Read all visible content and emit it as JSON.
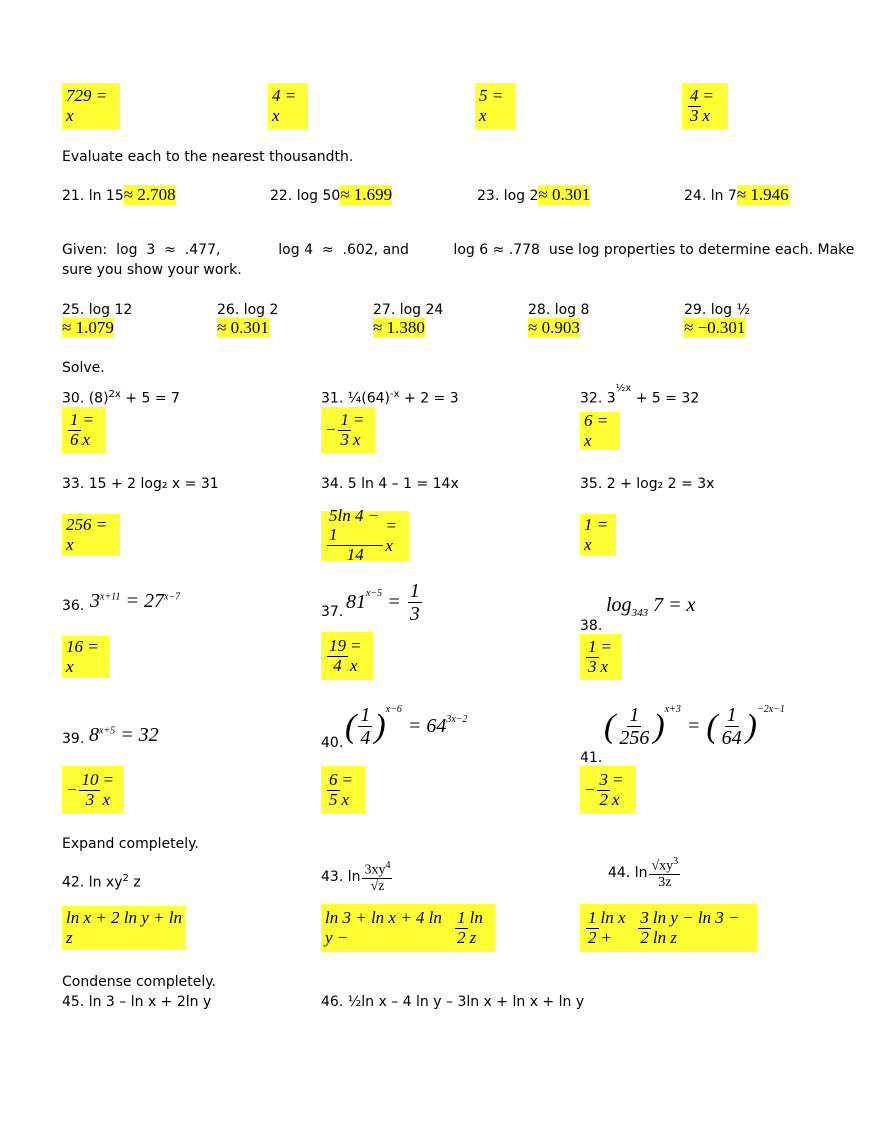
{
  "row0": {
    "a": "729 = x",
    "b": "4 = x",
    "c": "5 = x",
    "d_num": "4",
    "d_den": "3",
    "d_tail": "= x"
  },
  "sec_eval": "Evaluate each to the nearest thousandth.",
  "eval": [
    {
      "q": "21.  ln 15",
      "a": "≈ 2.708"
    },
    {
      "q": "22.  log  50",
      "a": "≈ 1.699"
    },
    {
      "q": "23.  log 2",
      "a": "≈ 0.301"
    },
    {
      "q": "24.  ln 7",
      "a": "≈ 1.946"
    }
  ],
  "given_line1": "Given:  log  3  ≈  .477,             log 4  ≈  .602, and          log 6 ≈ .778  use log properties to determine each. Make",
  "given_line2": "sure you show your work.",
  "logs": [
    {
      "q": "25.  log 12",
      "a": "≈ 1.079"
    },
    {
      "q": "26.  log 2",
      "a": "≈ 0.301"
    },
    {
      "q": "27.  log 24",
      "a": "≈ 1.380"
    },
    {
      "q": "28.  log 8",
      "a": "≈ 0.903"
    },
    {
      "q": "29.  log ½",
      "a": "≈ −0.301"
    }
  ],
  "sec_solve": "Solve.",
  "p30": {
    "q1": "30.  (8)",
    "sup": "2x",
    "q2": " + 5 =  7",
    "num": "1",
    "den": "6",
    "tail": "= x"
  },
  "p31": {
    "q1": "31.  ¼(64)",
    "sup": "-x",
    "q2": " + 2 = 3",
    "sign": "−",
    "num": "1",
    "den": "3",
    "tail": "= x"
  },
  "p32": {
    "q1": "32.  3",
    "sup": "½x",
    "q2": " + 5 = 32",
    "a": "6 = x"
  },
  "p33": {
    "q": "33.  15 + 2 log₂ x = 31",
    "a": "256 = x"
  },
  "p34": {
    "q": "34.  5 ln 4 – 1 = 14x",
    "num": "5ln 4 − 1",
    "den": "14",
    "tail": "= x"
  },
  "p35": {
    "q": "35.  2 + log₂ 2 = 3x",
    "a": "1 = x"
  },
  "p36": {
    "label": "36.",
    "base1": "3",
    "exp1": "x+11",
    "eq": " = 27",
    "exp2": "x−7",
    "a": "16 = x"
  },
  "p37": {
    "label": "37.",
    "base": "81",
    "exp": "x−5",
    "eq": " = ",
    "num": "1",
    "den": "3",
    "anum": "19",
    "aden": "4",
    "tail": "= x"
  },
  "p38": {
    "label": "38.",
    "log": "log",
    "sub": "343",
    "rest": " 7 = x",
    "num": "1",
    "den": "3",
    "tail": "= x"
  },
  "p39": {
    "label": "39.",
    "base": "8",
    "exp": "x+5",
    "eq": " = 32",
    "sign": "−",
    "num": "10",
    "den": "3",
    "tail": "= x"
  },
  "p40": {
    "label": "40.",
    "num": "1",
    "den": "4",
    "exp1": "x−6",
    "eq": "= 64",
    "exp2": "3x−2",
    "anum": "6",
    "aden": "5",
    "tail": "= x"
  },
  "p41": {
    "label": "41.",
    "num1": "1",
    "den1": "256",
    "exp1": "x+3",
    "eq": "=",
    "num2": "1",
    "den2": "64",
    "exp2": "−2x−1",
    "sign": "−",
    "anum": "3",
    "aden": "2",
    "tail": "= x"
  },
  "sec_expand": "Expand completely.",
  "p42": {
    "q": "42.  ln xy",
    "sup": "2",
    "q2": " z",
    "a": "ln x + 2 ln y + ln z"
  },
  "p43": {
    "label": "43.  ln",
    "num": "3xy",
    "sup": "4",
    "den": "√z",
    "a1": "ln 3 + ln x + 4 ln y −",
    "anum": "1",
    "aden": "2",
    "a2": "ln z"
  },
  "p44": {
    "label": "44.  ln",
    "num": "√xy",
    "sup": "3",
    "den": "3z",
    "n1": "1",
    "d1": "2",
    "m1": "ln x +",
    "n2": "3",
    "d2": "2",
    "m2": "ln y − ln 3 − ln z"
  },
  "sec_condense": "Condense completely.",
  "p45": "45.  ln 3 – ln x + 2ln y",
  "p46": "46.  ½ln x – 4 ln y – 3ln x + ln x + ln y",
  "colors": {
    "highlight": "#ffff33"
  }
}
